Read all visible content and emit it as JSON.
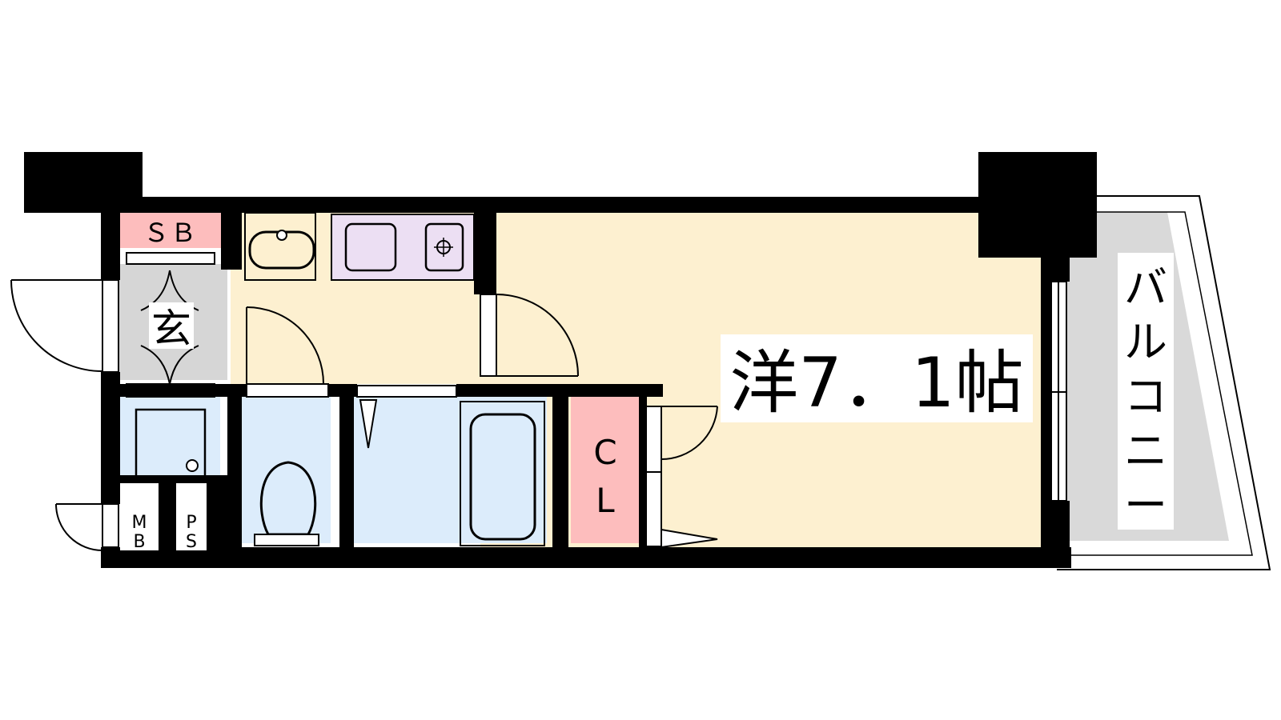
{
  "colors": {
    "wall": "#000000",
    "room_floor": "#fdf0d0",
    "wet_area": "#dcecfb",
    "kitchen": "#ecdff3",
    "storage": "#fdbdbd",
    "entrance": "#d6d6d6",
    "balcony": "#d9d9d9",
    "line": "#000000"
  },
  "labels": {
    "shoe_box": "ＳＢ",
    "entrance": "玄",
    "meter_box": [
      "M",
      "B"
    ],
    "pipe_space": [
      "P",
      "S"
    ],
    "closet": [
      "C",
      "L"
    ],
    "main_room": "洋7．1帖",
    "balcony": [
      "バ",
      "ル",
      "コ",
      "ニ",
      "ー"
    ]
  },
  "icons": {
    "sink": "washbasin-icon",
    "stove": "gas-burner-icon",
    "toilet": "toilet-icon",
    "bath": "bathtub-icon",
    "washer": "washing-machine-pan-icon"
  }
}
